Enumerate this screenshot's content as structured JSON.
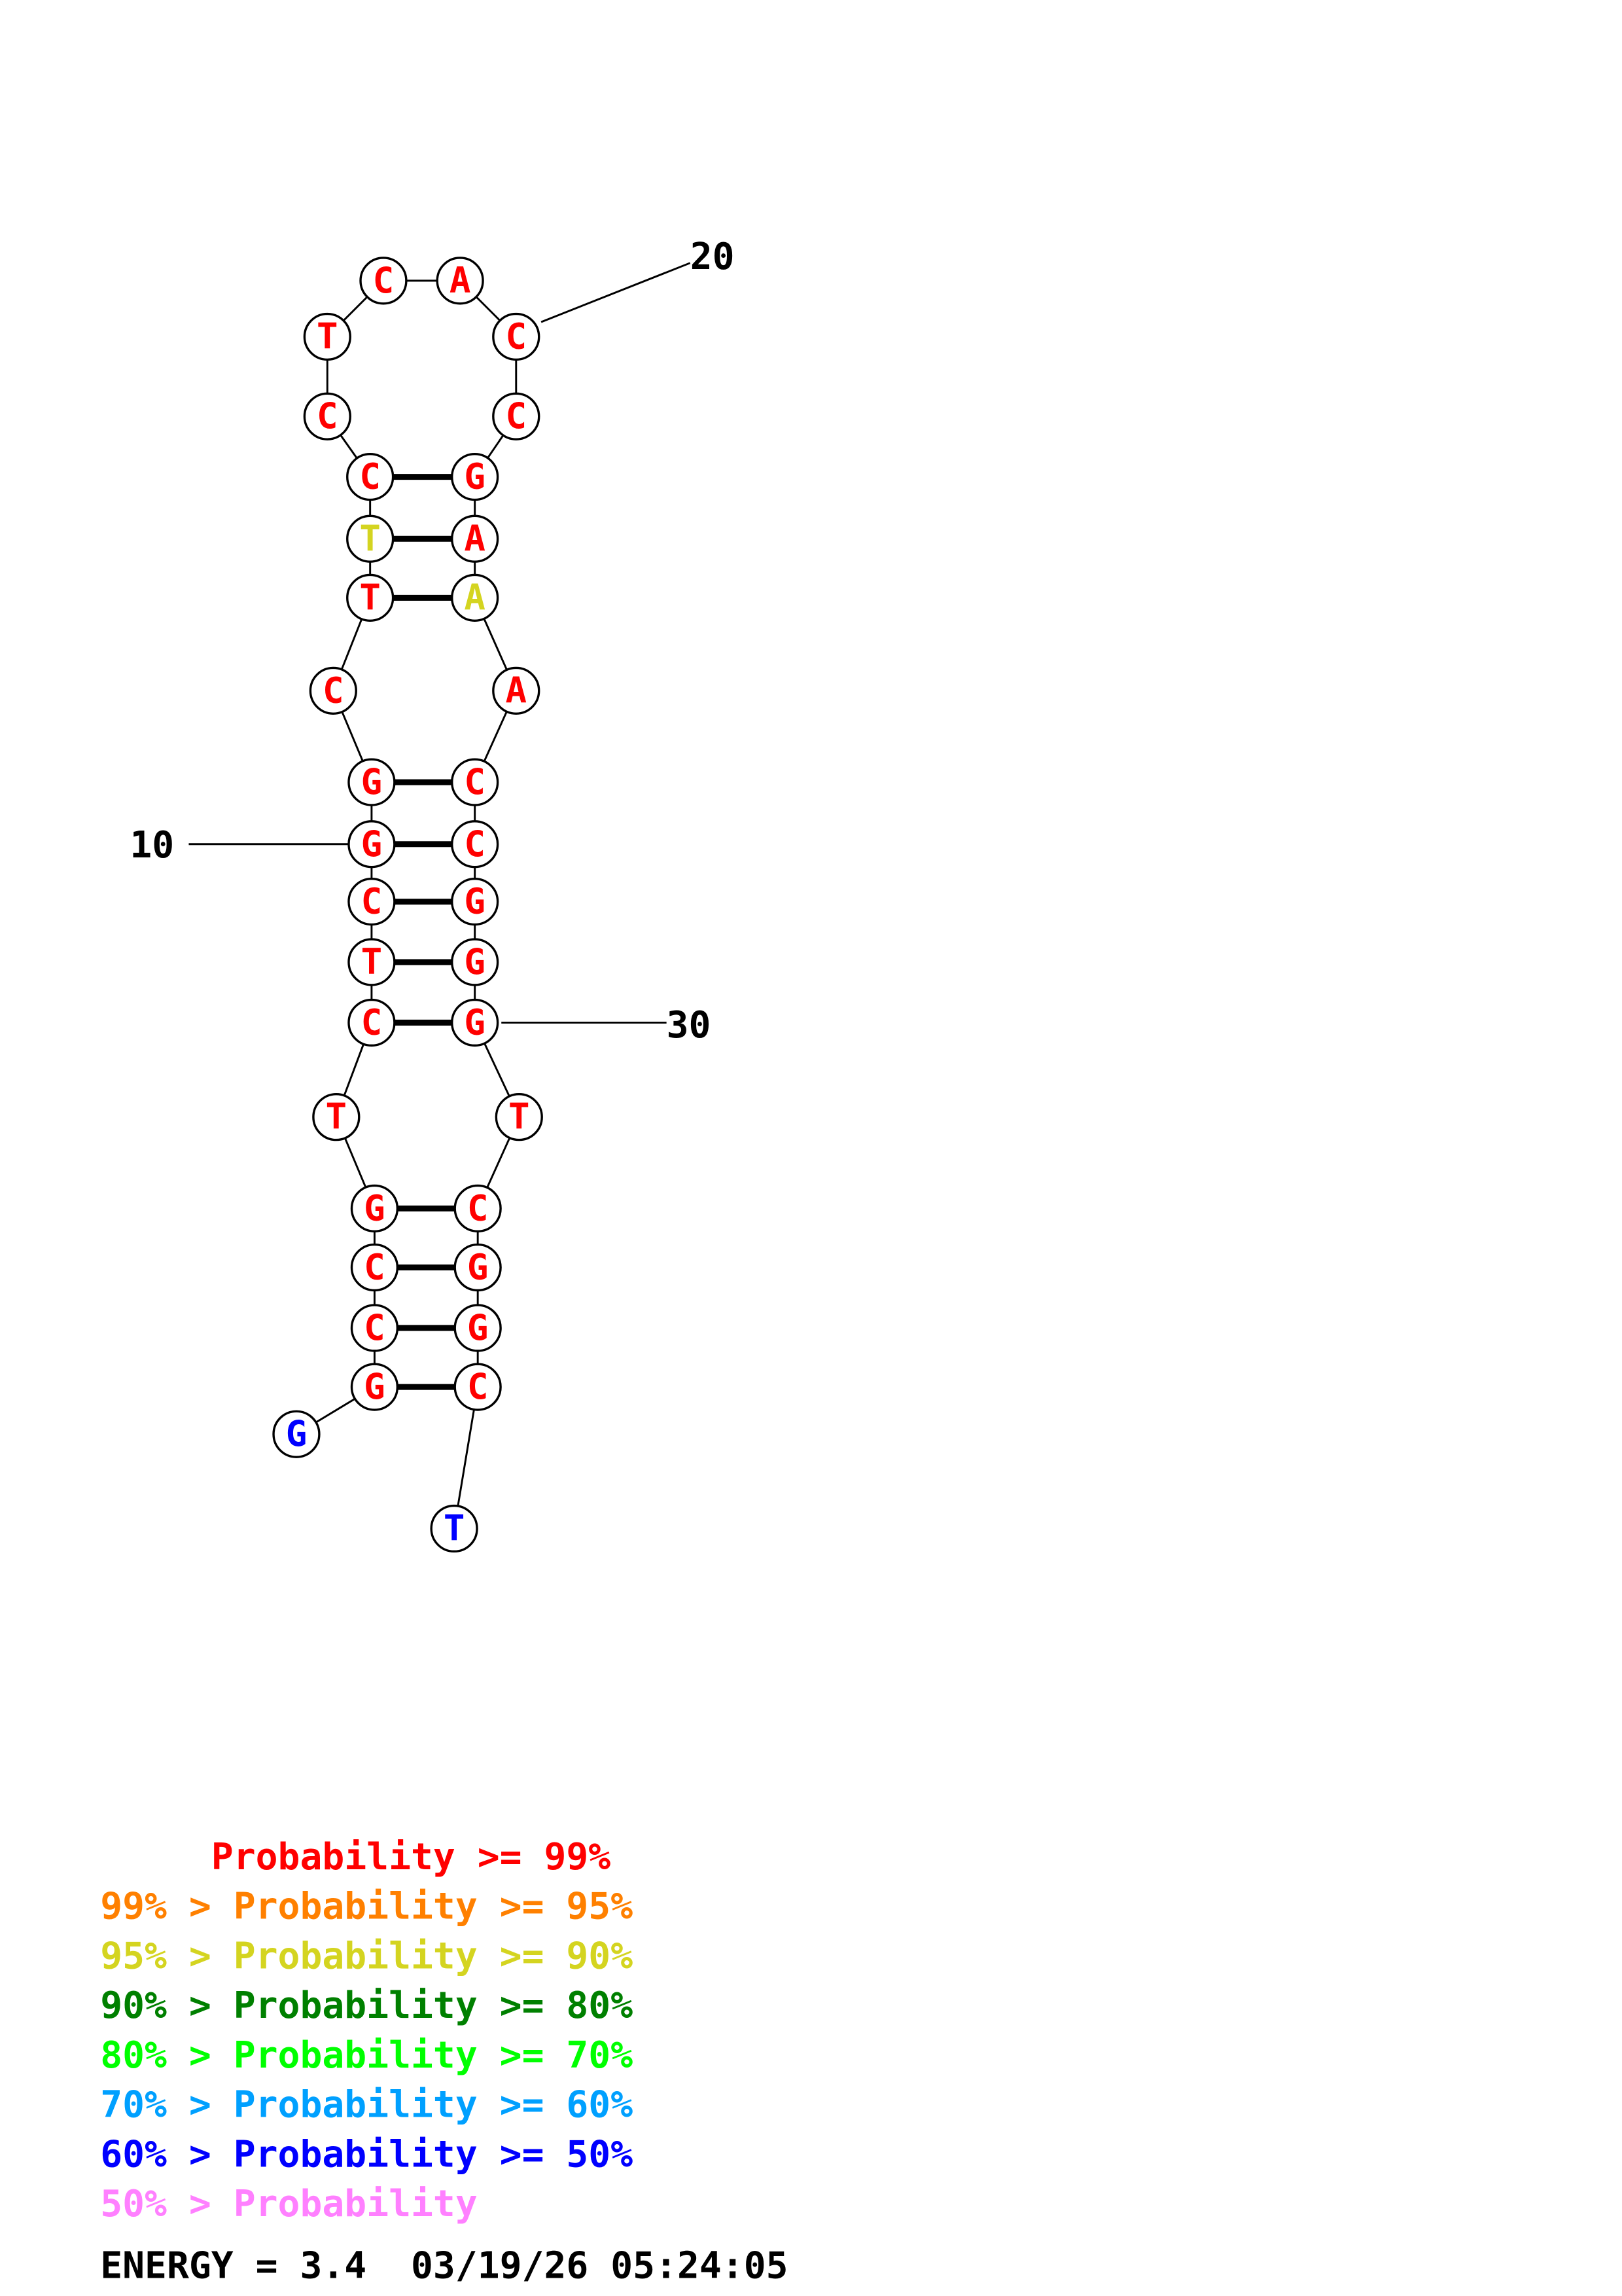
{
  "structure": {
    "sequence": [
      "G",
      "G",
      "C",
      "C",
      "G",
      "T",
      "C",
      "T",
      "C",
      "G",
      "G",
      "C",
      "T",
      "T",
      "C",
      "C",
      "T",
      "C",
      "A",
      "C",
      "C",
      "G",
      "A",
      "A",
      "A",
      "C",
      "C",
      "G",
      "G",
      "G",
      "T",
      "C",
      "G",
      "G",
      "C",
      "T"
    ],
    "probability_class": [
      6,
      0,
      0,
      0,
      0,
      0,
      0,
      0,
      0,
      0,
      0,
      0,
      0,
      2,
      0,
      0,
      0,
      0,
      0,
      0,
      0,
      0,
      0,
      2,
      0,
      0,
      0,
      0,
      0,
      0,
      0,
      0,
      0,
      0,
      0,
      6
    ],
    "pairs": [
      [
        2,
        35
      ],
      [
        3,
        34
      ],
      [
        4,
        33
      ],
      [
        5,
        32
      ],
      [
        7,
        30
      ],
      [
        8,
        29
      ],
      [
        9,
        28
      ],
      [
        10,
        27
      ],
      [
        11,
        26
      ],
      [
        13,
        24
      ],
      [
        14,
        23
      ],
      [
        15,
        22
      ]
    ],
    "position_labels": [
      {
        "index": 10,
        "text": "10"
      },
      {
        "index": 20,
        "text": "20"
      },
      {
        "index": 30,
        "text": "30"
      }
    ]
  },
  "legend": {
    "items": [
      {
        "text": "     Probability >= 99%",
        "color": "#ff0000"
      },
      {
        "text": "99% > Probability >= 95%",
        "color": "#ff8000"
      },
      {
        "text": "95% > Probability >= 90%",
        "color": "#d4d420"
      },
      {
        "text": "90% > Probability >= 80%",
        "color": "#008000"
      },
      {
        "text": "80% > Probability >= 70%",
        "color": "#00ff00"
      },
      {
        "text": "70% > Probability >= 60%",
        "color": "#00a0ff"
      },
      {
        "text": "60% > Probability >= 50%",
        "color": "#0000ff"
      },
      {
        "text": "50% > Probability",
        "color": "#ff80ff"
      }
    ]
  },
  "footer": {
    "energy": "ENERGY = 3.4  03/19/26 05:24:05"
  }
}
